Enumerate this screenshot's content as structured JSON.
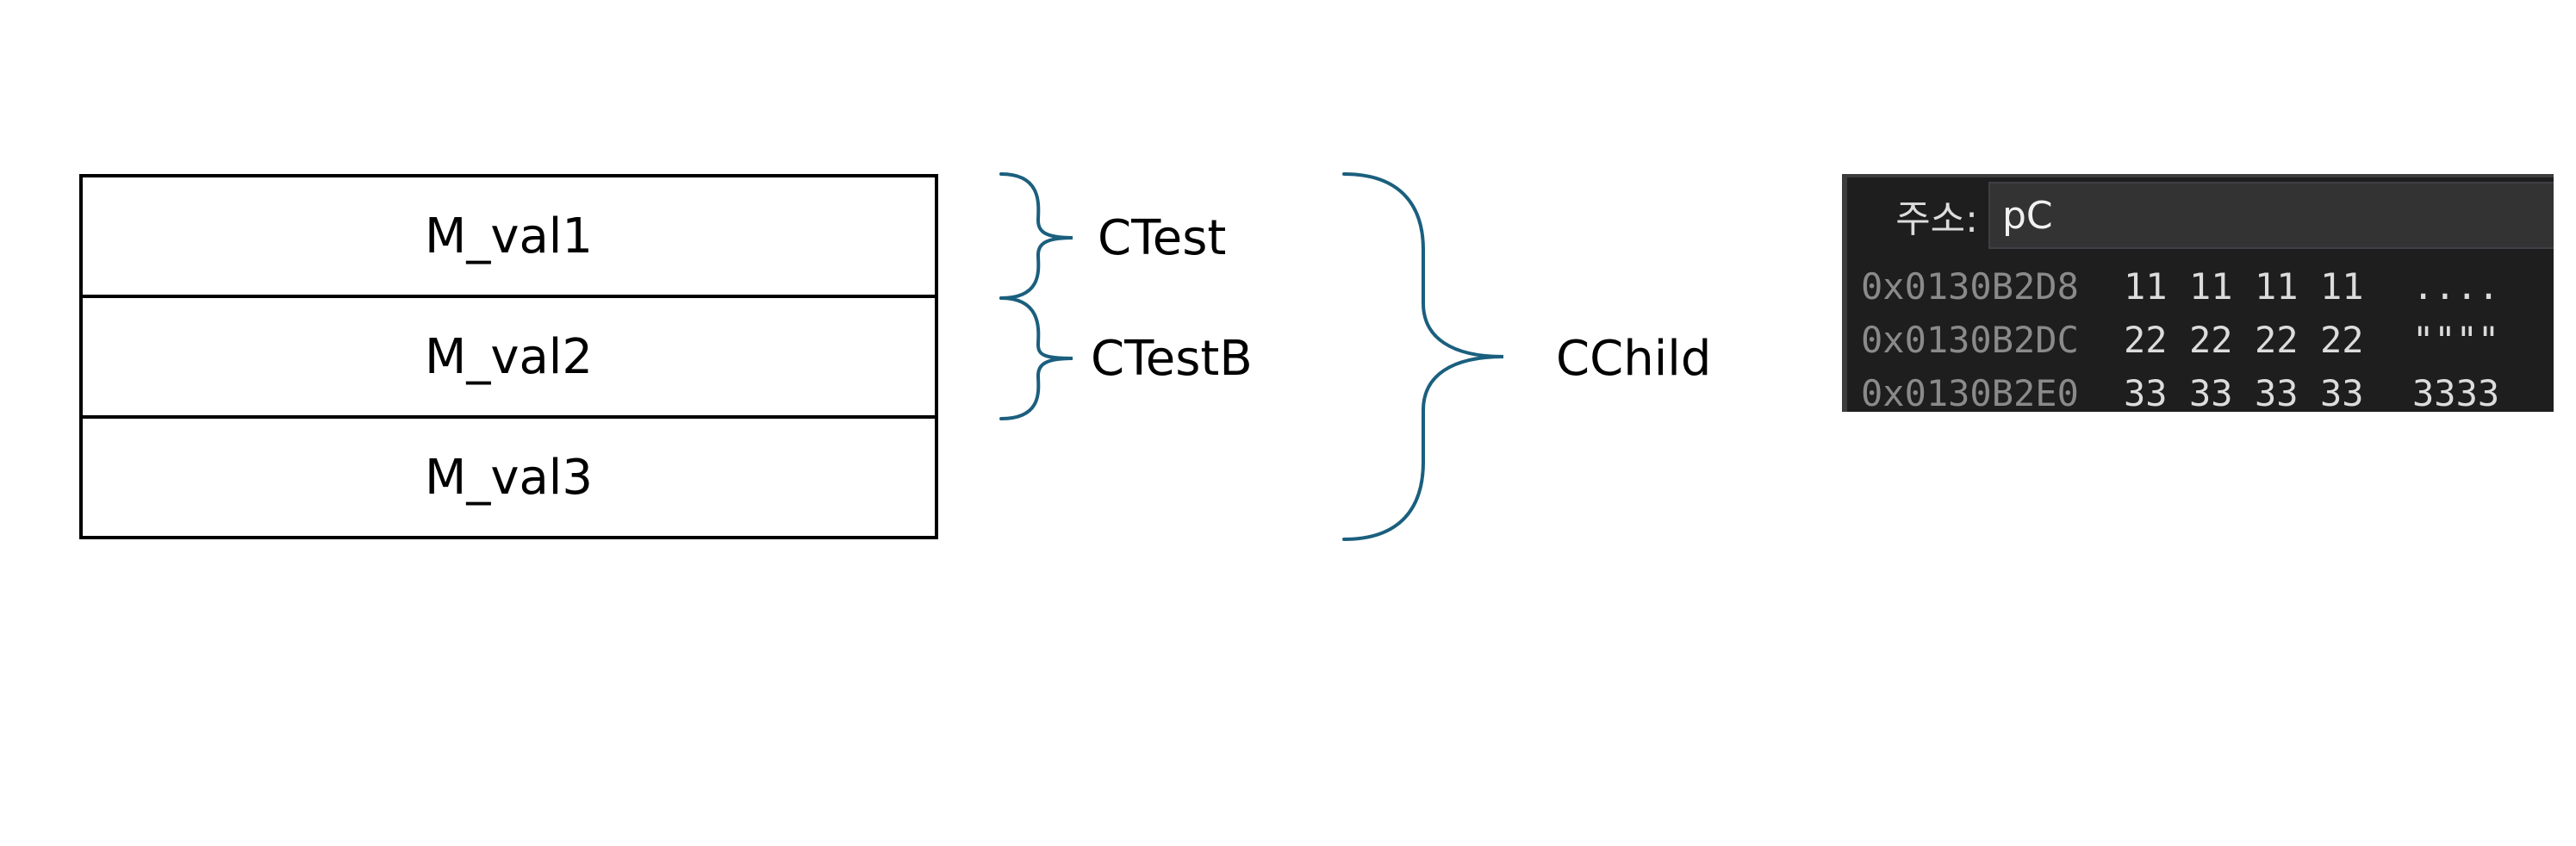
{
  "memory_layout": {
    "rows": [
      "M_val1",
      "M_val2",
      "M_val3"
    ]
  },
  "braces": {
    "ctest": "CTest",
    "ctestb": "CTestB",
    "cchild": "CChild",
    "color": "#1b5f7e"
  },
  "memory_window": {
    "address_label": "주소:",
    "address_value": "pC",
    "lines": [
      {
        "address": "0x0130B2D8",
        "bytes": [
          "11",
          "11",
          "11",
          "11"
        ],
        "ascii": "...."
      },
      {
        "address": "0x0130B2DC",
        "bytes": [
          "22",
          "22",
          "22",
          "22"
        ],
        "ascii": "\"\"\"\""
      },
      {
        "address": "0x0130B2E0",
        "bytes": [
          "33",
          "33",
          "33",
          "33"
        ],
        "ascii": "3333"
      }
    ]
  }
}
